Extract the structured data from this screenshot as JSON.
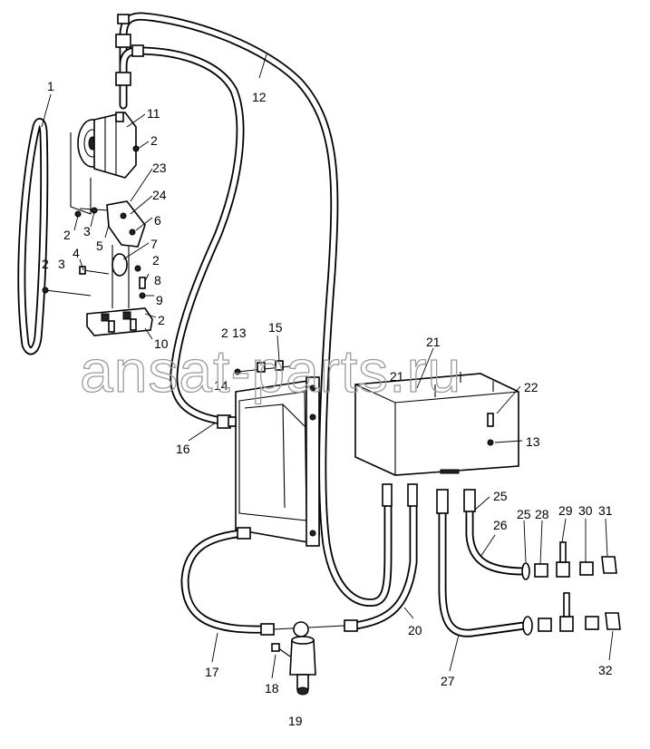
{
  "watermark": "ansat-parts.ru",
  "corner_mark": "",
  "labels": [
    {
      "id": "1",
      "text": "1"
    },
    {
      "id": "2a",
      "text": "2"
    },
    {
      "id": "2b",
      "text": "2"
    },
    {
      "id": "2c",
      "text": "2"
    },
    {
      "id": "2d",
      "text": "2"
    },
    {
      "id": "2e",
      "text": "2"
    },
    {
      "id": "2f",
      "text": "2"
    },
    {
      "id": "3a",
      "text": "3"
    },
    {
      "id": "3b",
      "text": "3"
    },
    {
      "id": "4",
      "text": "4"
    },
    {
      "id": "5",
      "text": "5"
    },
    {
      "id": "6",
      "text": "6"
    },
    {
      "id": "7",
      "text": "7"
    },
    {
      "id": "8",
      "text": "8"
    },
    {
      "id": "9",
      "text": "9"
    },
    {
      "id": "10",
      "text": "10"
    },
    {
      "id": "11",
      "text": "11"
    },
    {
      "id": "12",
      "text": "12"
    },
    {
      "id": "13a",
      "text": "13"
    },
    {
      "id": "13b",
      "text": "13"
    },
    {
      "id": "14",
      "text": "14"
    },
    {
      "id": "15",
      "text": "15"
    },
    {
      "id": "16",
      "text": "16"
    },
    {
      "id": "17",
      "text": "17"
    },
    {
      "id": "18",
      "text": "18"
    },
    {
      "id": "19",
      "text": "19"
    },
    {
      "id": "20",
      "text": "20"
    },
    {
      "id": "21a",
      "text": "21"
    },
    {
      "id": "21b",
      "text": "21"
    },
    {
      "id": "22",
      "text": "22"
    },
    {
      "id": "23",
      "text": "23"
    },
    {
      "id": "24",
      "text": "24"
    },
    {
      "id": "25a",
      "text": "25"
    },
    {
      "id": "25b",
      "text": "25"
    },
    {
      "id": "26",
      "text": "26"
    },
    {
      "id": "27",
      "text": "27"
    },
    {
      "id": "28",
      "text": "28"
    },
    {
      "id": "29",
      "text": "29"
    },
    {
      "id": "30",
      "text": "30"
    },
    {
      "id": "31",
      "text": "31"
    },
    {
      "id": "32",
      "text": "32"
    }
  ]
}
